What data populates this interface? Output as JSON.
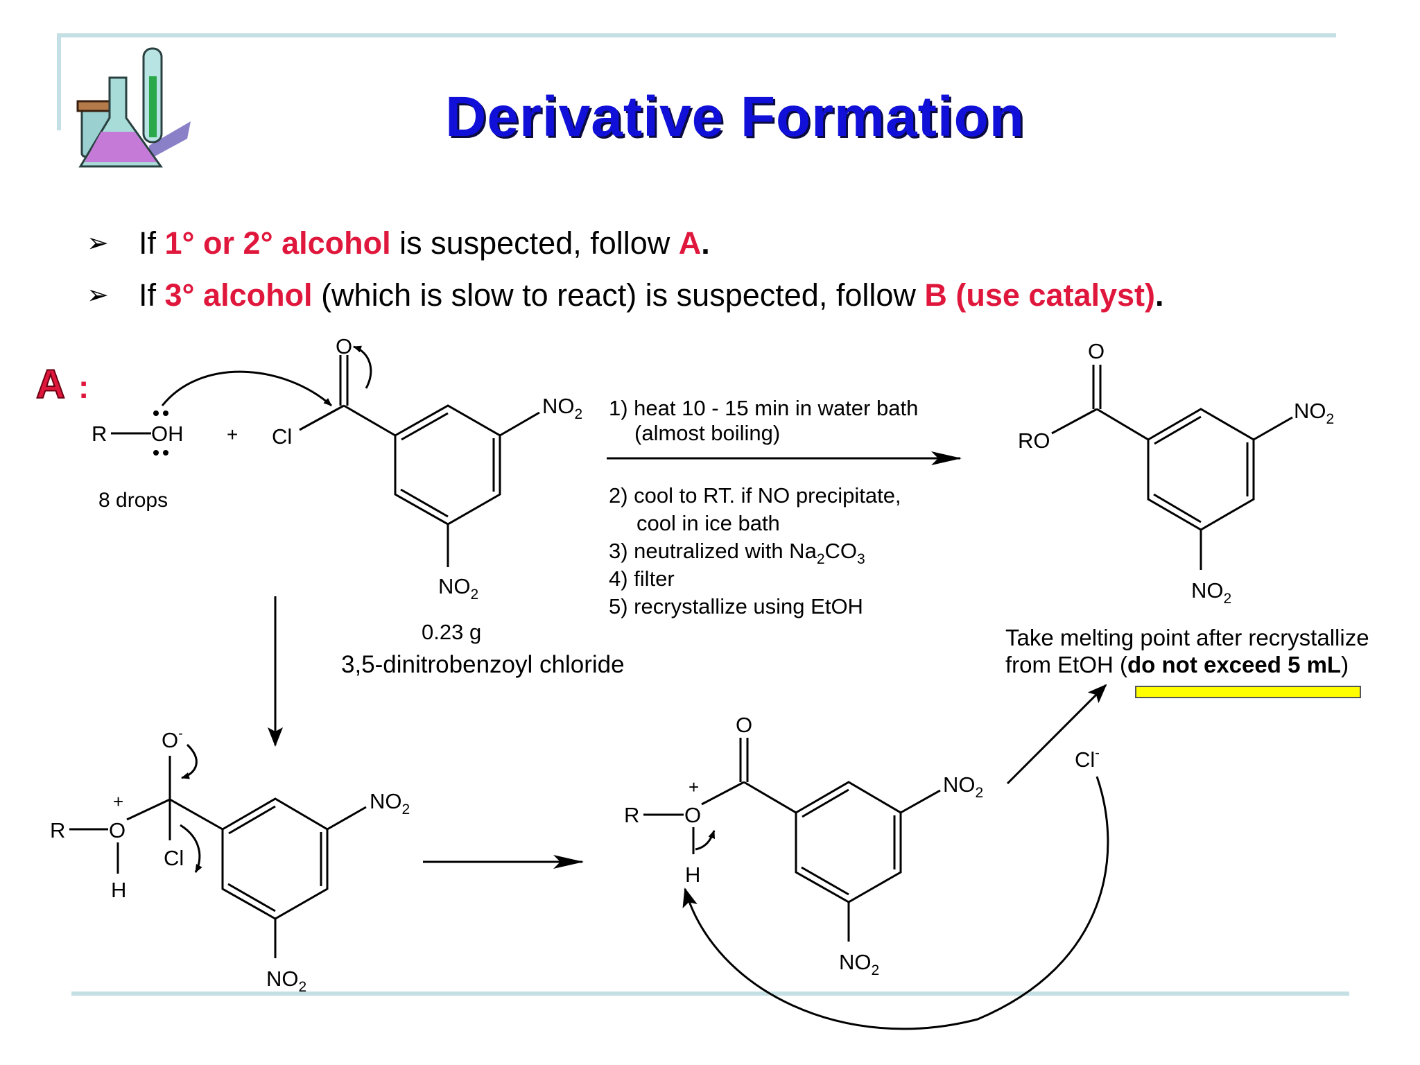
{
  "title": "Derivative Formation",
  "bullets": [
    {
      "pre": "If ",
      "red1": "1° or 2° alcohol",
      "mid": " is suspected, follow ",
      "red2": "A",
      "end": "."
    },
    {
      "pre": "If ",
      "red1": "3° alcohol",
      "mid": " (which is slow to react) is suspected, follow ",
      "red2": "B (use catalyst)",
      "end": "."
    }
  ],
  "section_label": "A",
  "section_colon": ":",
  "labels": {
    "r": "R",
    "oh": "OH",
    "o": "O",
    "cl": "Cl",
    "h": "H",
    "ro": "RO",
    "plus": "+",
    "no": "NO",
    "sub2": "2",
    "o_minus": "O",
    "cl_minus": "Cl",
    "minus": "-",
    "drops": "8 drops",
    "mass": "0.23 g",
    "reagent_name": "3,5-dinitrobenzoyl chloride"
  },
  "steps": {
    "s1a": "1) heat 10 - 15 min in water bath",
    "s1b": "(almost boiling)",
    "s2a": "2) cool to RT. if NO precipitate,",
    "s2b": "cool in ice bath",
    "s3a": "3) neutralized with Na",
    "s3b": "2",
    "s3c": "CO",
    "s3d": "3",
    "s4": "4) filter",
    "s5": "5) recrystallize using EtOH"
  },
  "note": {
    "line1": "Take melting point after recrystallize",
    "line2a": "from EtOH (",
    "line2b": "do not exceed 5 mL",
    "line2c": ")"
  },
  "colors": {
    "title": "#1010d8",
    "highlight": "#e0173c",
    "marker": "#ffff00",
    "frame": "#c5e0e4"
  }
}
